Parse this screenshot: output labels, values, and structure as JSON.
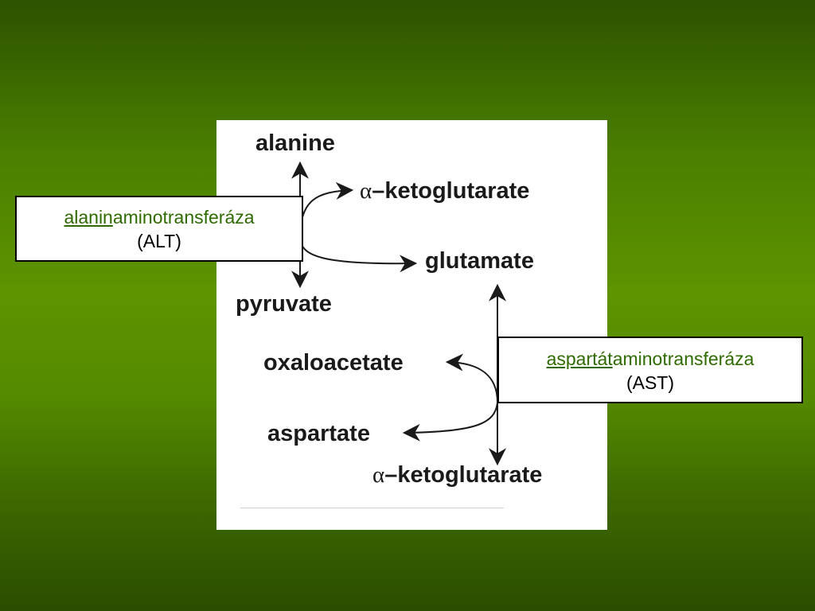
{
  "diagram": {
    "molecules": {
      "alanine": "alanine",
      "alpha_kg_top_symbol": "α",
      "alpha_kg_top_text": "–ketoglutarate",
      "glutamate": "glutamate",
      "pyruvate": "pyruvate",
      "oxaloacetate": "oxaloacetate",
      "aspartate": "aspartate",
      "alpha_kg_bottom_symbol": "α",
      "alpha_kg_bottom_text": "–ketoglutarate"
    },
    "enzymes": {
      "alt": {
        "prefix": "alanin",
        "suffix": "aminotransferáza",
        "abbr": "(ALT)"
      },
      "ast": {
        "prefix": "aspartát",
        "suffix": "aminotransferáza",
        "abbr": "(AST)"
      }
    }
  },
  "colors": {
    "enzyme_text": "#2f6b00",
    "arrow": "#1a1a1a"
  }
}
